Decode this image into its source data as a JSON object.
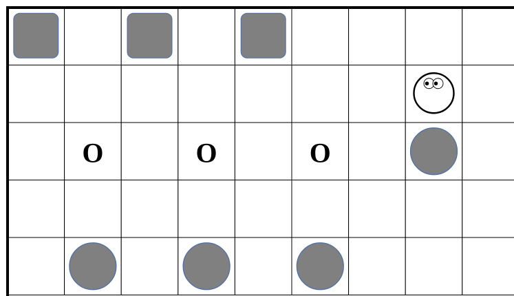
{
  "grid": {
    "rows": 5,
    "visible_columns": 9
  },
  "colors": {
    "piece_fill": "#808080",
    "piece_outline": "#4a6ea9",
    "grid_line": "#000000",
    "background": "#ffffff"
  },
  "pieces": [
    {
      "type": "rounded-square",
      "row": 0,
      "col": 0
    },
    {
      "type": "rounded-square",
      "row": 0,
      "col": 2
    },
    {
      "type": "rounded-square",
      "row": 0,
      "col": 4
    },
    {
      "type": "face",
      "row": 1,
      "col": 7
    },
    {
      "type": "disc",
      "row": 2,
      "col": 7
    },
    {
      "type": "disc",
      "row": 4,
      "col": 1
    },
    {
      "type": "disc",
      "row": 4,
      "col": 3
    },
    {
      "type": "disc",
      "row": 4,
      "col": 5
    }
  ],
  "marks": [
    {
      "text": "O",
      "row": 2,
      "col": 1
    },
    {
      "text": "O",
      "row": 2,
      "col": 3
    },
    {
      "text": "O",
      "row": 2,
      "col": 5
    }
  ]
}
